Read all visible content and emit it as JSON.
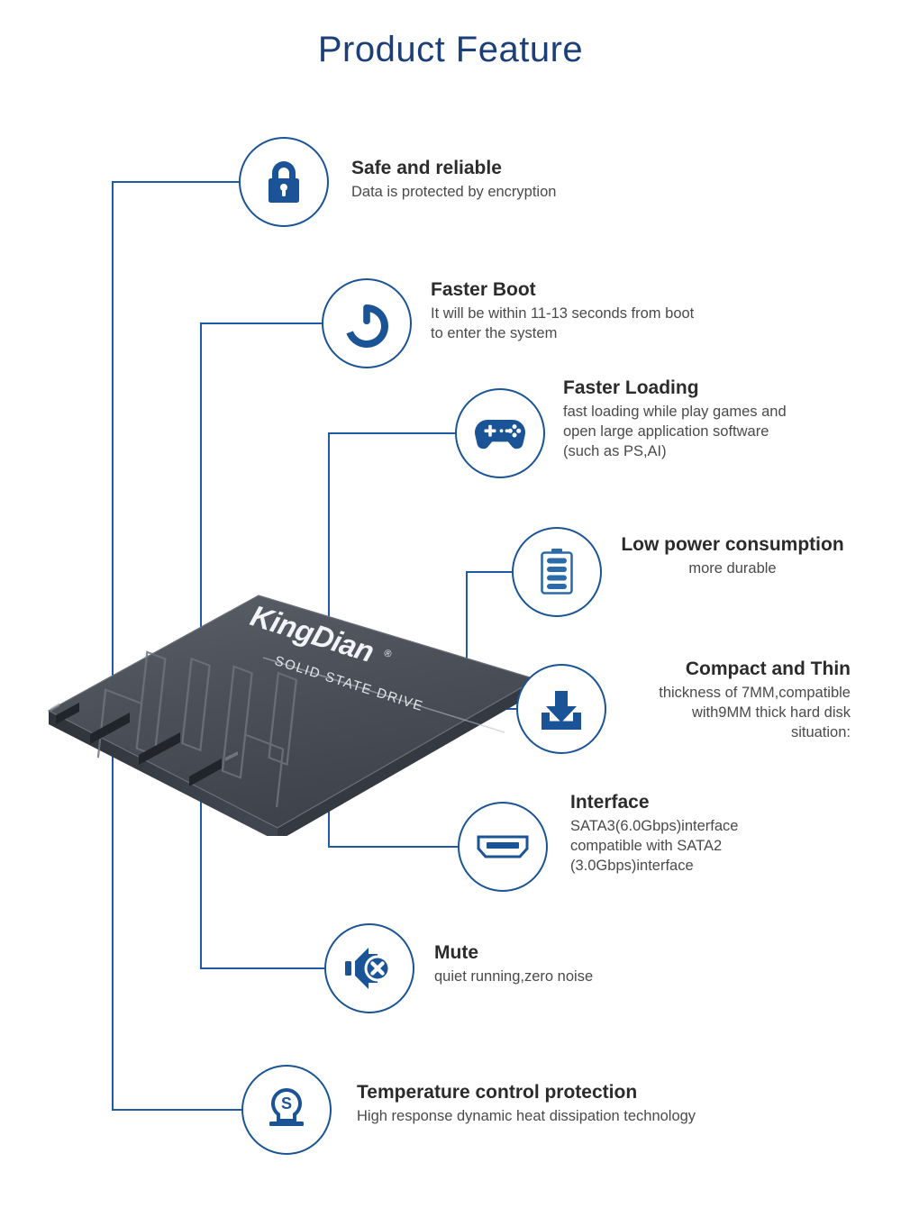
{
  "page": {
    "title": "Product  Feature",
    "accent_blue": "#1b5496",
    "line_blue": "#1f5aa6",
    "title_color": "#1d3f79",
    "heading_color": "#2b2b2b",
    "body_color": "#4a4a4a"
  },
  "product": {
    "brand": "KingDian",
    "brand_mark": "®",
    "subtitle": "SOLID STATE DRIVE",
    "body_color": "#4a4e57"
  },
  "features": [
    {
      "id": "safe-and-reliable",
      "icon": "lock-icon",
      "title": "Safe and reliable",
      "desc_lines": [
        "Data is protected by encryption"
      ]
    },
    {
      "id": "faster-boot",
      "icon": "power-icon",
      "title": "Faster Boot",
      "desc_lines": [
        "It will be within 11-13 seconds from boot",
        "to enter the system"
      ]
    },
    {
      "id": "faster-loading",
      "icon": "gamepad-icon",
      "title": "Faster Loading",
      "desc_lines": [
        "fast loading while play games and",
        "open large application software",
        "(such as PS,AI)"
      ]
    },
    {
      "id": "low-power-consumption",
      "icon": "battery-icon",
      "title": "Low power consumption",
      "desc_lines": [
        "more durable"
      ]
    },
    {
      "id": "compact-and-thin",
      "icon": "download-icon",
      "title": "Compact and Thin",
      "desc_lines": [
        "thickness of 7MM,compatible",
        "with9MM thick hard disk",
        "situation:"
      ]
    },
    {
      "id": "interface",
      "icon": "port-icon",
      "title": "Interface",
      "desc_lines": [
        "SATA3(6.0Gbps)interface",
        "compatible with SATA2",
        "(3.0Gbps)interface"
      ]
    },
    {
      "id": "mute",
      "icon": "mute-speaker-icon",
      "title": "Mute",
      "desc_lines": [
        "quiet running,zero noise"
      ]
    },
    {
      "id": "temperature-control-protection",
      "icon": "thermal-sensor-icon",
      "title": "Temperature control protection",
      "desc_lines": [
        "High response dynamic heat dissipation technology"
      ]
    }
  ]
}
